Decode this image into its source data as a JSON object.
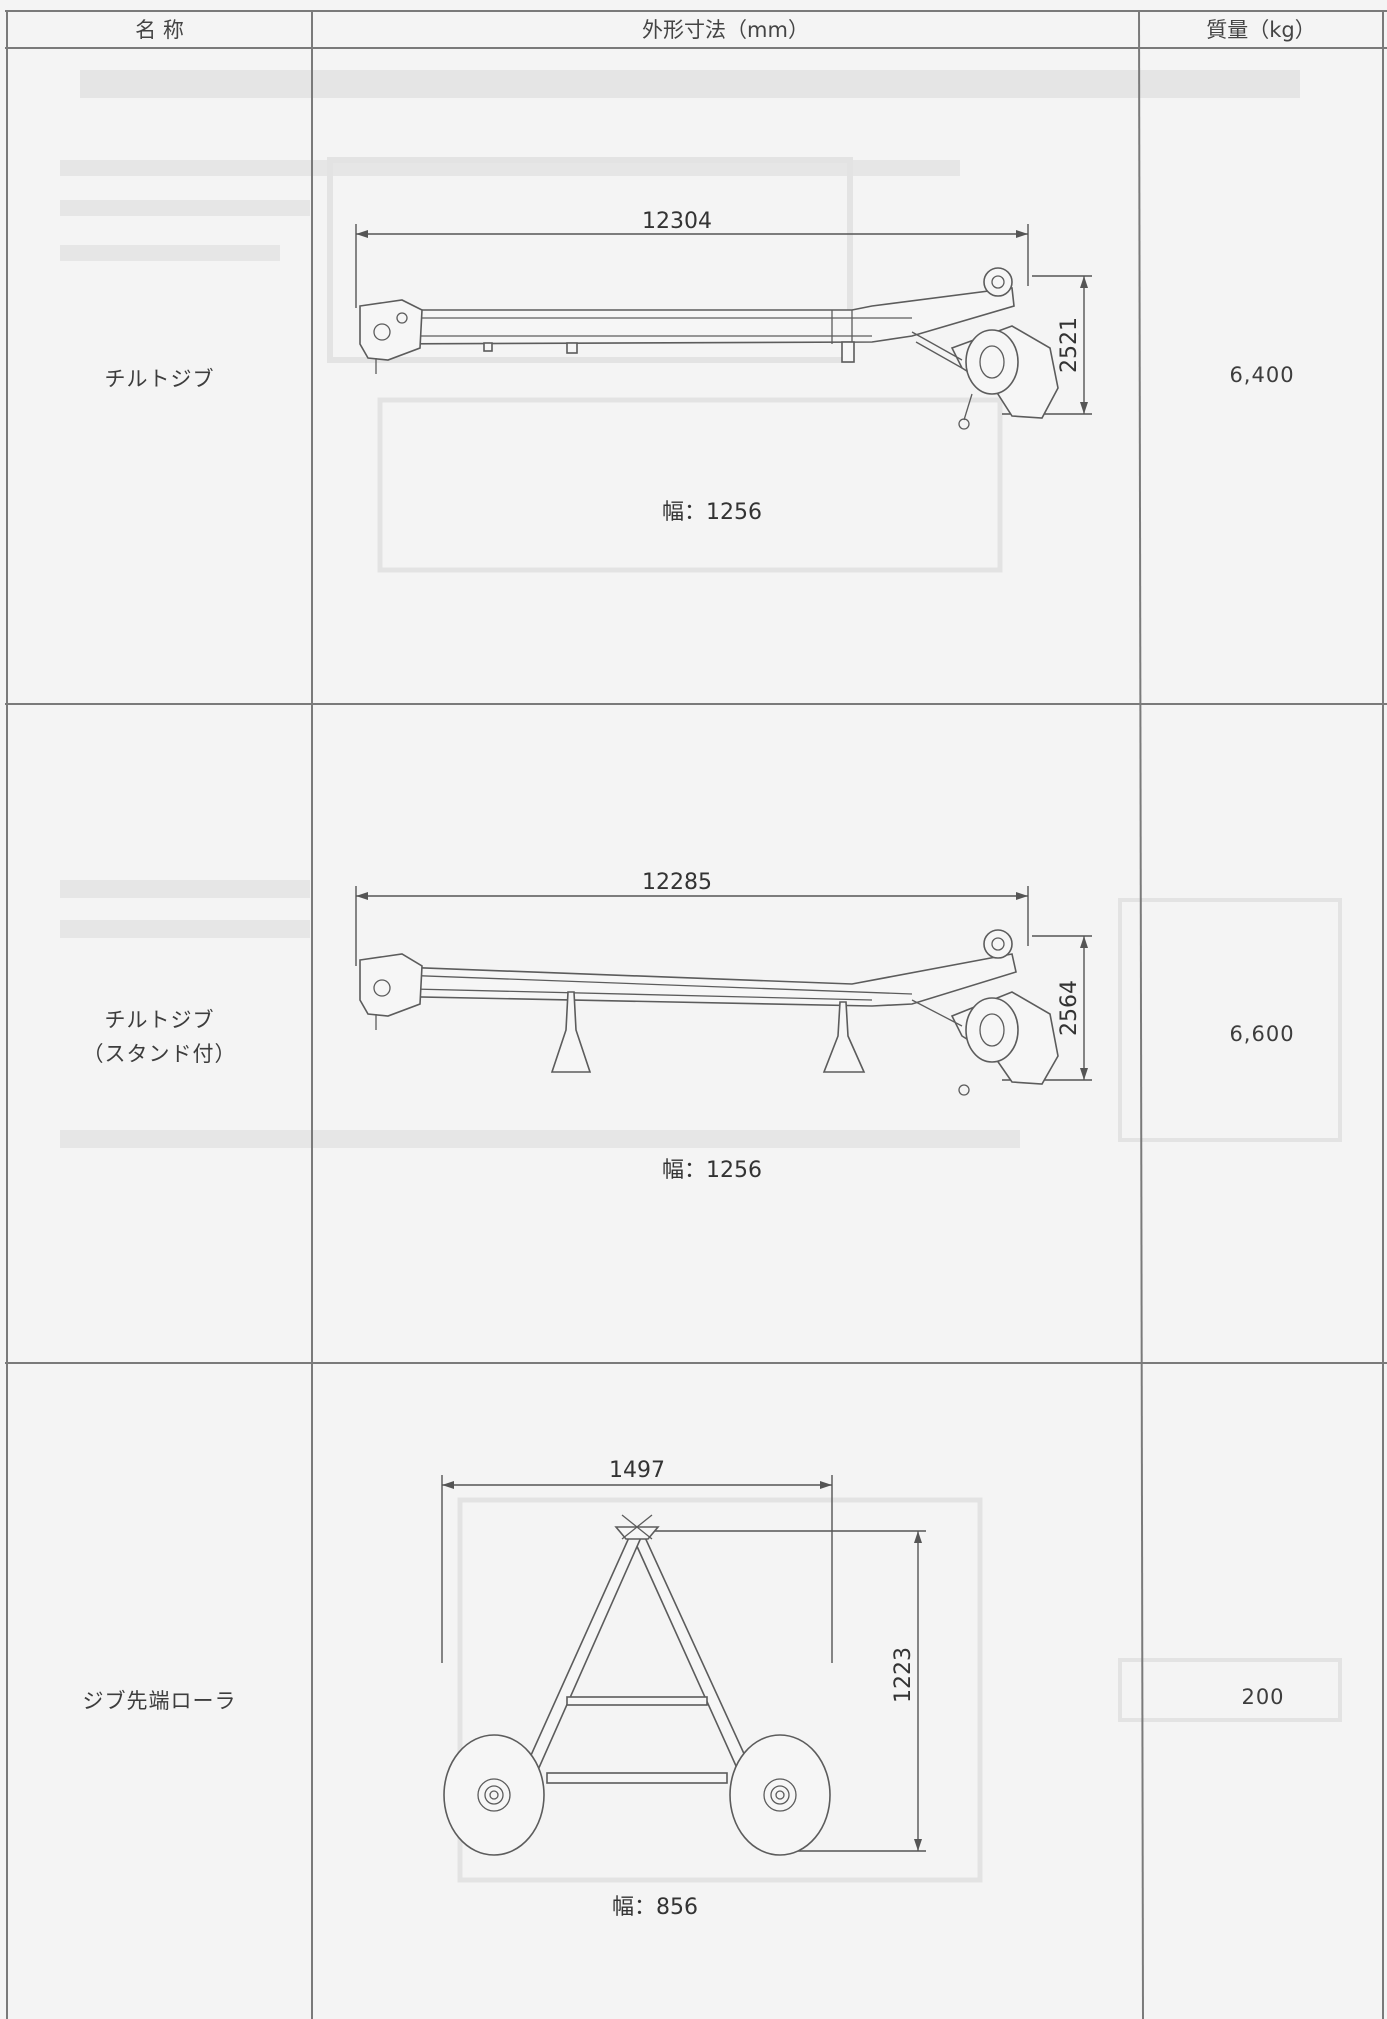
{
  "header": {
    "name_col": "名 称",
    "dims_col": "外形寸法（mm）",
    "mass_col": "質量（kg）"
  },
  "rows": [
    {
      "name": "チルトジブ",
      "name_line2": "",
      "length": "12304",
      "height": "2521",
      "width": "幅：1256",
      "mass": "6,400"
    },
    {
      "name": "チルトジブ",
      "name_line2": "（スタンド付）",
      "length": "12285",
      "height": "2564",
      "width": "幅：1256",
      "mass": "6,600"
    },
    {
      "name": "ジブ先端ローラ",
      "name_line2": "",
      "length": "1497",
      "height": "1223",
      "width": "幅：856",
      "mass": "200"
    }
  ]
}
